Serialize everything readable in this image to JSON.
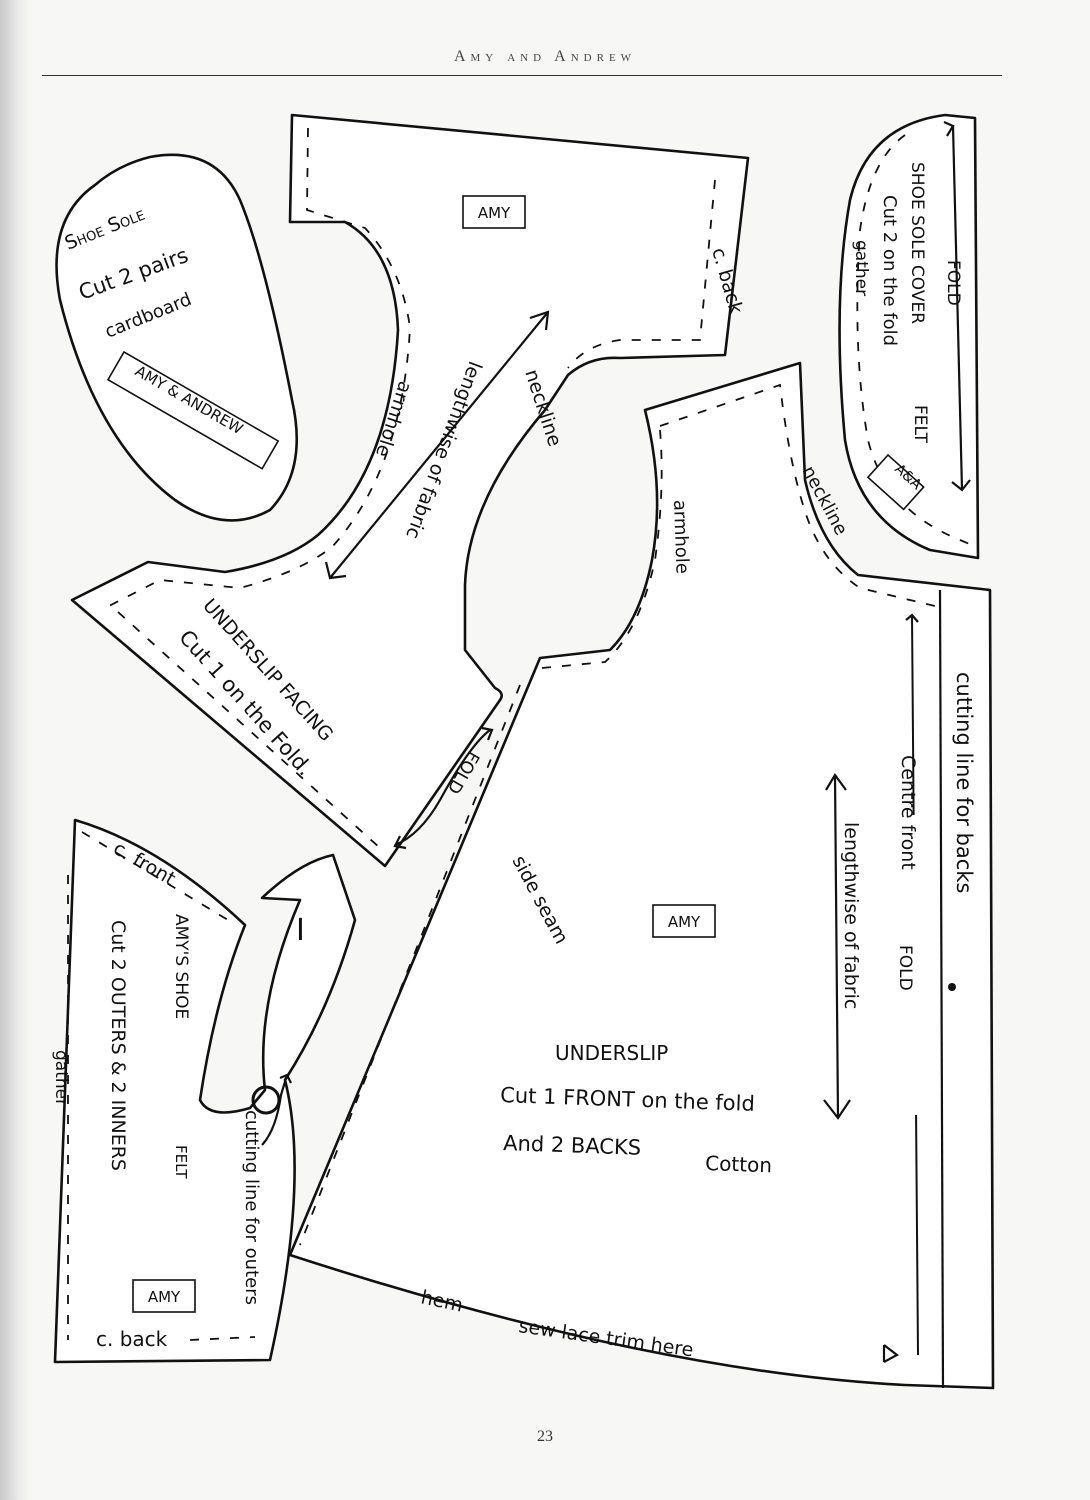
{
  "header": {
    "running_head": "Amy and Andrew"
  },
  "footer": {
    "page_number": "23"
  },
  "pieces": {
    "amy_back_bodice": {
      "box": "AMY",
      "c_back": "c. back",
      "armhole": "armhole",
      "lengthwise": "lengthwise of fabric",
      "neckline": "neckline"
    },
    "shoe_sole": {
      "title": "Shoe Sole",
      "cut": "Cut 2 pairs",
      "material": "cardboard",
      "box": "AMY & ANDREW"
    },
    "shoe_sole_cover": {
      "fold": "FOLD",
      "title": "Shoe Sole Cover",
      "felt": "FELT",
      "cut": "Cut 2 on the fold",
      "gather": "gather",
      "box": "A&A"
    },
    "underslip_facing": {
      "title": "Underslip Facing",
      "cut": "Cut 1 on the Fold.",
      "fold": "FOLD"
    },
    "underslip": {
      "neckline": "neckline",
      "armhole": "armhole",
      "side_seam": "side seam",
      "box": "AMY",
      "title": "UNDERSLIP",
      "line1": "Cut 1 FRONT on the fold",
      "line2": "And 2 BACKS",
      "material": "Cotton",
      "hem": "hem",
      "lace": "sew lace trim here",
      "centre_front": "Centre front",
      "fold": "FOLD",
      "lengthwise": "lengthwise of fabric",
      "cutting_line": "cutting line for backs",
      "dot": "•"
    },
    "amys_shoe": {
      "c_front": "c. front",
      "roman": "I",
      "title": "Amy's Shoe",
      "felt": "FELT",
      "cut": "Cut 2 OUTERS & 2 INNERS",
      "cutting_line": "cutting line for outers",
      "gather": "gather",
      "box": "AMY",
      "c_back": "c. back"
    }
  }
}
